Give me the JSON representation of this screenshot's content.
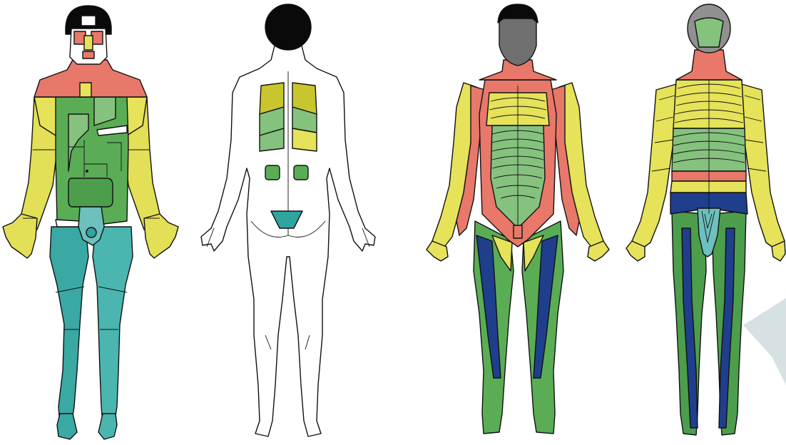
{
  "figures": [
    {
      "id": "figure-1",
      "view": "anterior",
      "scheme": "organ-regions"
    },
    {
      "id": "figure-2",
      "view": "posterior",
      "scheme": "organ-regions"
    },
    {
      "id": "figure-3",
      "view": "anterior",
      "scheme": "dermatome-bands"
    },
    {
      "id": "figure-4",
      "view": "posterior",
      "scheme": "dermatome-bands"
    }
  ],
  "colors": {
    "background": "#ffffff",
    "outline": "#111111",
    "hair": "#0a0a0a",
    "face_skin": "#ffffff",
    "face_dark": "#707070",
    "salmon": "#e8786a",
    "yellow": "#e6e25a",
    "olive": "#c8c62c",
    "light_green": "#85c27e",
    "green": "#5aad55",
    "mid_green": "#4c9e4c",
    "teal": "#2fa5a0",
    "light_teal": "#6cc0bd",
    "navy": "#1f3f8c",
    "callout": "#d6e1e4"
  },
  "callout": {
    "shape": "speech-bubble-tail",
    "side": "right"
  }
}
